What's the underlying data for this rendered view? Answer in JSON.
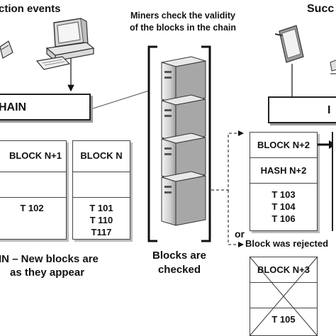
{
  "left": {
    "header": "ction events",
    "chain_label": "HAIN",
    "block_n1": {
      "title": "BLOCK N+1",
      "transactions": [
        "T 102"
      ]
    },
    "block_n": {
      "title": "BLOCK N",
      "transactions": [
        "T 101",
        "T 110",
        "T117"
      ]
    },
    "caption_line1": "IN – New blocks are",
    "caption_line2": "as they appear"
  },
  "middle": {
    "header_line1": "Miners check the validity",
    "header_line2": "of the blocks in the chain",
    "caption_line1": "Blocks are",
    "caption_line2": "checked"
  },
  "right": {
    "header": "Succ",
    "chain_label": "I",
    "accepted_block": {
      "title": "BLOCK N+2",
      "hash": "HASH N+2",
      "transactions": [
        "T 103",
        "T 104",
        "T 106"
      ]
    },
    "or_label": "or",
    "rejected_label": "Block was rejected",
    "rejected_block": {
      "title": "BLOCK N+3",
      "transactions": [
        "T 105"
      ]
    }
  }
}
